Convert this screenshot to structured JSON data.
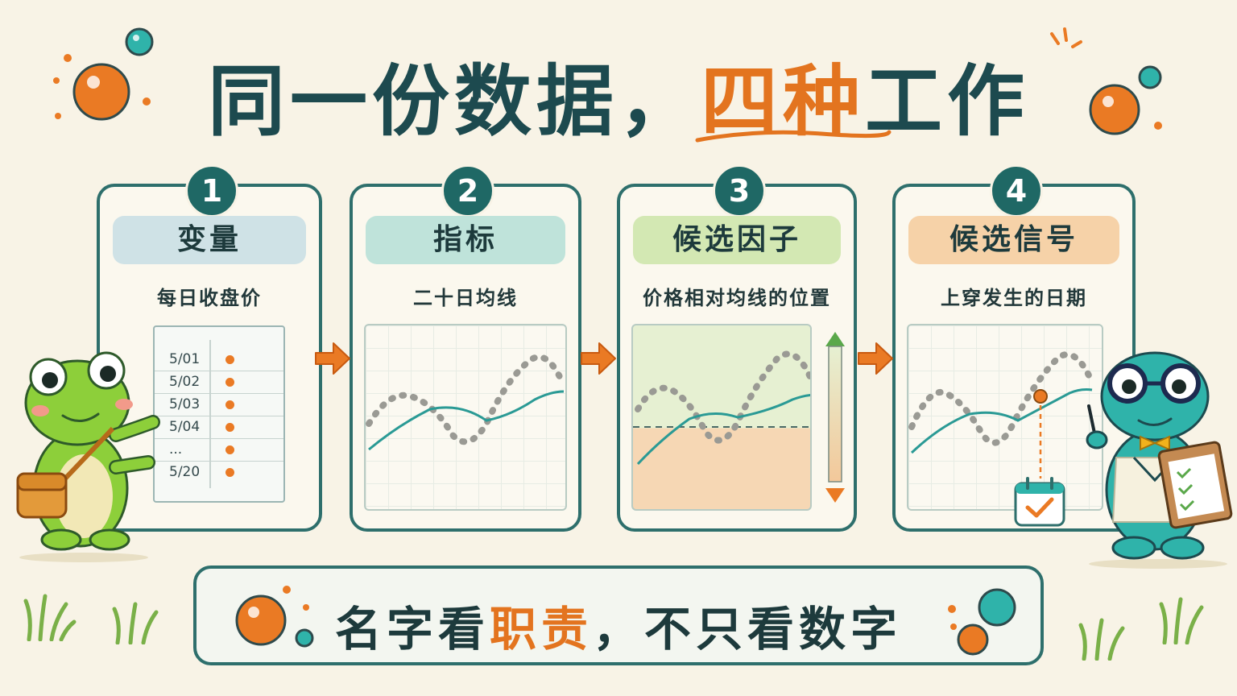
{
  "title": {
    "main": "同一份数据，",
    "accent": "四种",
    "tail": "工作"
  },
  "cards": [
    {
      "number": "1",
      "label": "变量",
      "desc": "每日收盘价",
      "pill_color": "#cfe2e6"
    },
    {
      "number": "2",
      "label": "指标",
      "desc": "二十日均线",
      "pill_color": "#bfe3da"
    },
    {
      "number": "3",
      "label": "候选因子",
      "desc": "价格相对均线的位置",
      "pill_color": "#d3e8b3"
    },
    {
      "number": "4",
      "label": "候选信号",
      "desc": "上穿发生的日期",
      "pill_color": "#f6d2a8"
    }
  ],
  "price_table": {
    "rows": [
      "5/01",
      "5/02",
      "5/03",
      "5/04",
      "...",
      "5/20"
    ]
  },
  "footer": {
    "a": "名字看",
    "accent": "职责",
    "b": "，不只看数字"
  },
  "colors": {
    "accent": "#e3741f",
    "teal": "#2e6f6c",
    "line": "#2a9a95",
    "dots": "#9a9a94"
  }
}
